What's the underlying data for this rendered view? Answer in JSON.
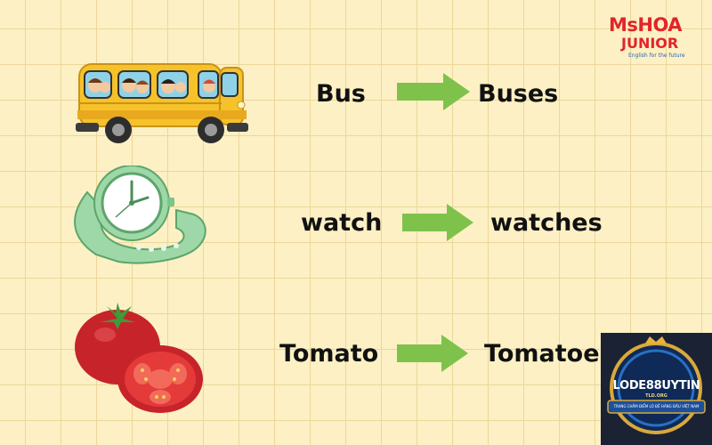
{
  "pairs": [
    {
      "singular": "Bus",
      "plural": "Buses"
    },
    {
      "singular": "watch",
      "plural": "watches"
    },
    {
      "singular": "Tomato",
      "plural": "Tomatoes"
    }
  ],
  "logo_top": {
    "line1": "MsHOA",
    "line2": "JUNIOR",
    "tagline": "English for the future"
  },
  "logo_bottom": {
    "brand": "LODE88UYTIN",
    "domain": "TLD.ORG",
    "tagline": "TRANG CHẤM ĐIỂM LÔ ĐỀ HÀNG ĐẦU VIỆT NAM"
  },
  "colors": {
    "background": "#fcf0c4",
    "grid": "#ecd79a",
    "arrow": "#7fc24b",
    "text": "#111111",
    "brand_red": "#e2242b"
  },
  "icons": [
    "school-bus-icon",
    "wristwatch-icon",
    "tomato-icon",
    "right-arrow-icon"
  ]
}
